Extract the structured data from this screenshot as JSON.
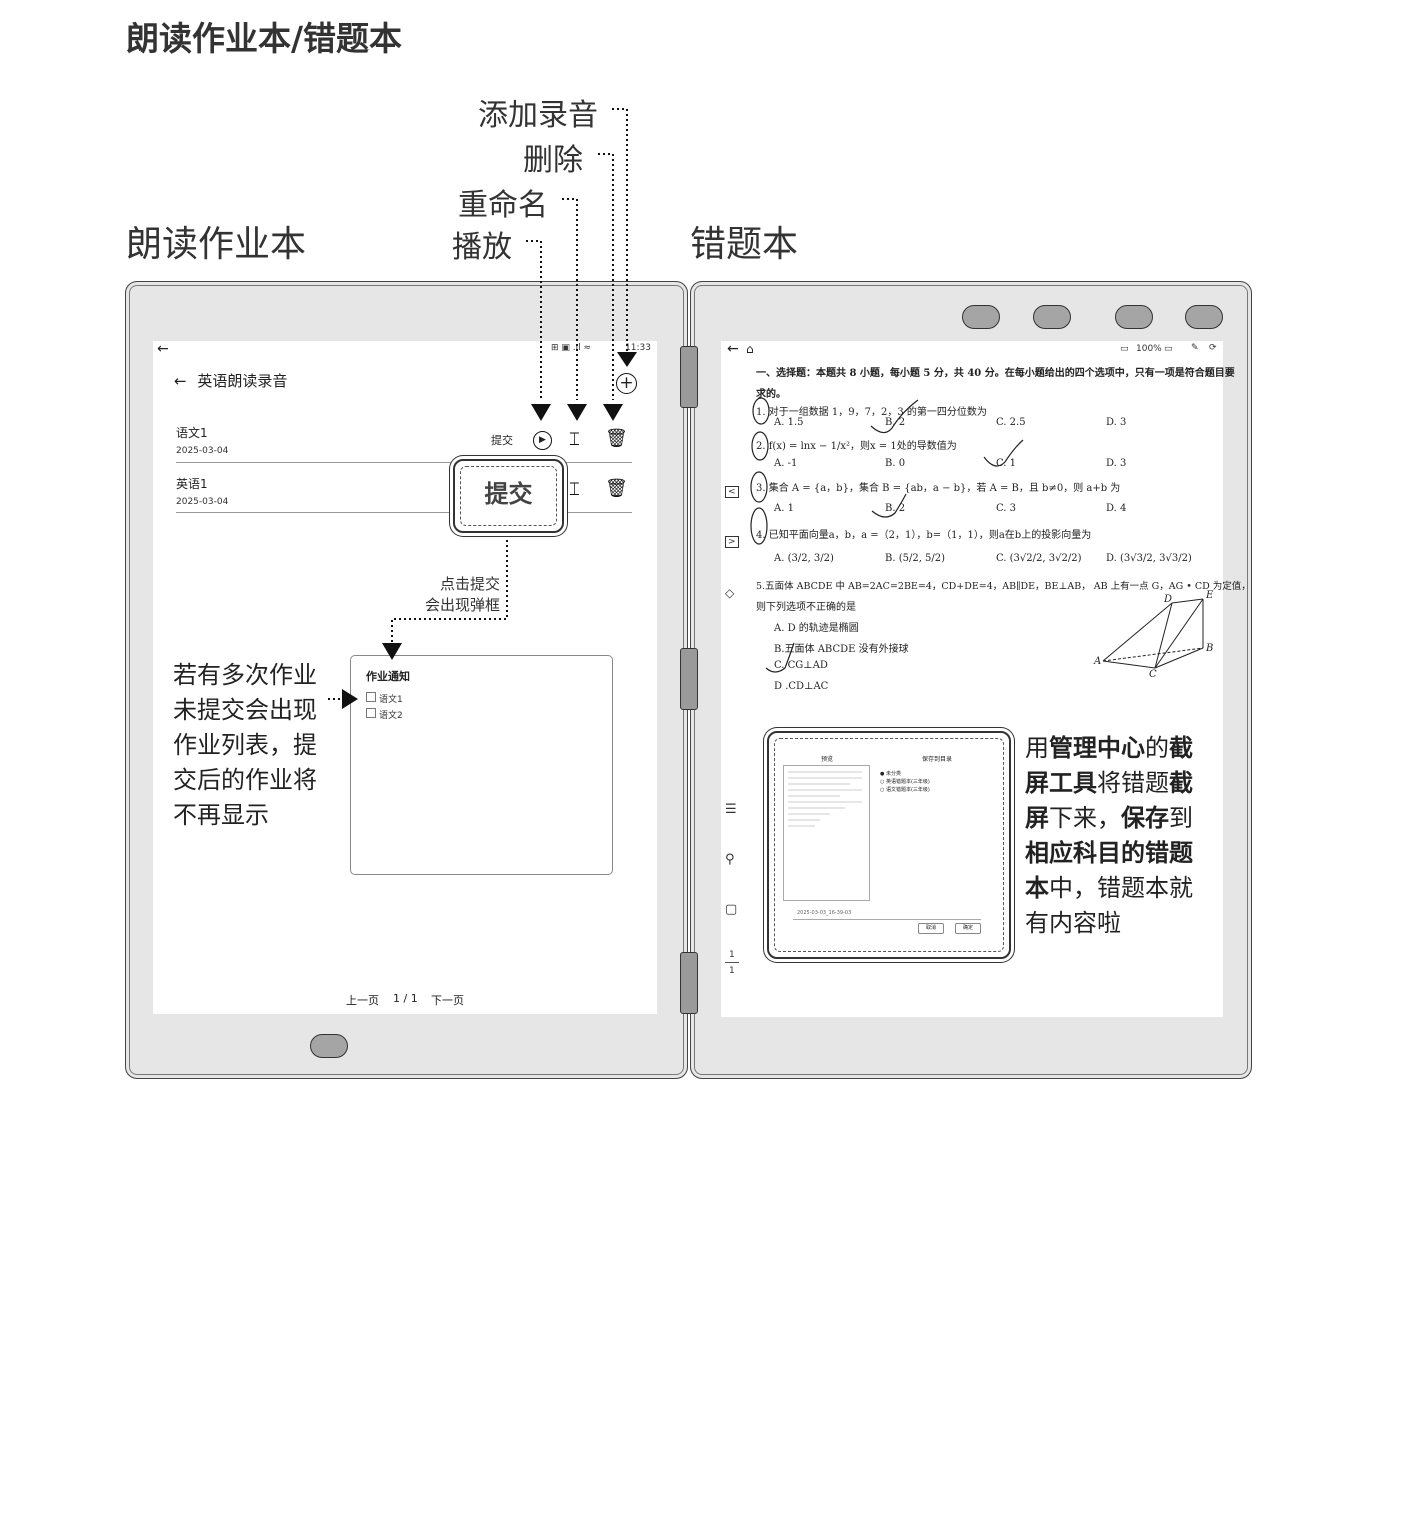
{
  "title": "朗读作业本/错题本",
  "left_label": "朗读作业本",
  "right_label": "错题本",
  "callouts": {
    "add_recording": "添加录音",
    "delete": "删除",
    "rename": "重命名",
    "play": "播放"
  },
  "reading_app": {
    "status_time": "11:33",
    "header": "英语朗读录音",
    "items": [
      {
        "name": "语文1",
        "date": "2025-03-04",
        "action": "提交"
      },
      {
        "name": "英语1",
        "date": "2025-03-04"
      }
    ],
    "submit_zoom": "提交",
    "submit_note_line1": "点击提交",
    "submit_note_line2": "会出现弹框",
    "dialog_title": "作业通知",
    "dialog_items": [
      "语文1",
      "语文2"
    ],
    "list_note": "若有多次作业未提交会出现作业列表，提交后的作业将不再显示",
    "pager": {
      "prev": "上一页",
      "page": "1 / 1",
      "next": "下一页"
    }
  },
  "mistake_app": {
    "battery": "100%",
    "q_header": "一、选择题：本题共 8 小题，每小题 5 分，共 40 分。在每小题给出的四个选项中，只有一项是符合题目要",
    "q_header2": "求的。",
    "q1": "1. 对于一组数据 1，9，7，2，3 的第一四分位数为",
    "q1_opts": [
      "A. 1.5",
      "B. 2",
      "C. 2.5",
      "D. 3"
    ],
    "q2": "2. f(x) = lnx − 1/x²，则x = 1处的导数值为",
    "q2_opts": [
      "A. -1",
      "B. 0",
      "C. 1",
      "D. 3"
    ],
    "q3": "3. 集合 A = {a，b}，集合 B = {ab，a − b}，若 A = B，且 b≠0，则 a+b 为",
    "q3_opts": [
      "A. 1",
      "B. 2",
      "C. 3",
      "D. 4"
    ],
    "q4": "4. 已知平面向量a，b，a =（2，1），b=（1，1），则a在b上的投影向量为",
    "q4_opts": [
      "A. (3/2, 3/2)",
      "B. (5/2, 5/2)",
      "C. (3√2/2, 3√2/2)",
      "D. (3√3/2, 3√3/2)"
    ],
    "q5": "5.五面体 ABCDE 中 AB=2AC=2BE=4，CD+DE=4，AB∥DE，BE⊥AB， AB 上有一点 G，AG • CD 为定值，",
    "q5b": "则下列选项不正确的是",
    "q5_opts": [
      "A. D 的轨迹是椭圆",
      "B.五面体 ABCDE 没有外接球",
      "C. CG⊥AD",
      "D .CD⊥AC"
    ],
    "fig_labels": [
      "D",
      "E",
      "A",
      "B",
      "C"
    ],
    "page_num": "1",
    "page_total": "1",
    "dialog": {
      "preview": "预览",
      "save_dir": "保存到目录",
      "opt1": "未分类",
      "opt2": "英语错题本(三年级)",
      "opt3": "语文错题本(三年级)",
      "filename": "2025-03-03_16-39-03",
      "cancel": "取消",
      "ok": "确定"
    }
  },
  "mistake_desc": {
    "p1": "用",
    "b1": "管理中心",
    "p2": "的",
    "b2": "截屏工具",
    "p3": "将错题",
    "b3": "截屏",
    "p4": "下来，",
    "b4": "保存",
    "p5": "到",
    "b5": "相应科目的错题本",
    "p6": "中，错题本就有内容啦"
  }
}
